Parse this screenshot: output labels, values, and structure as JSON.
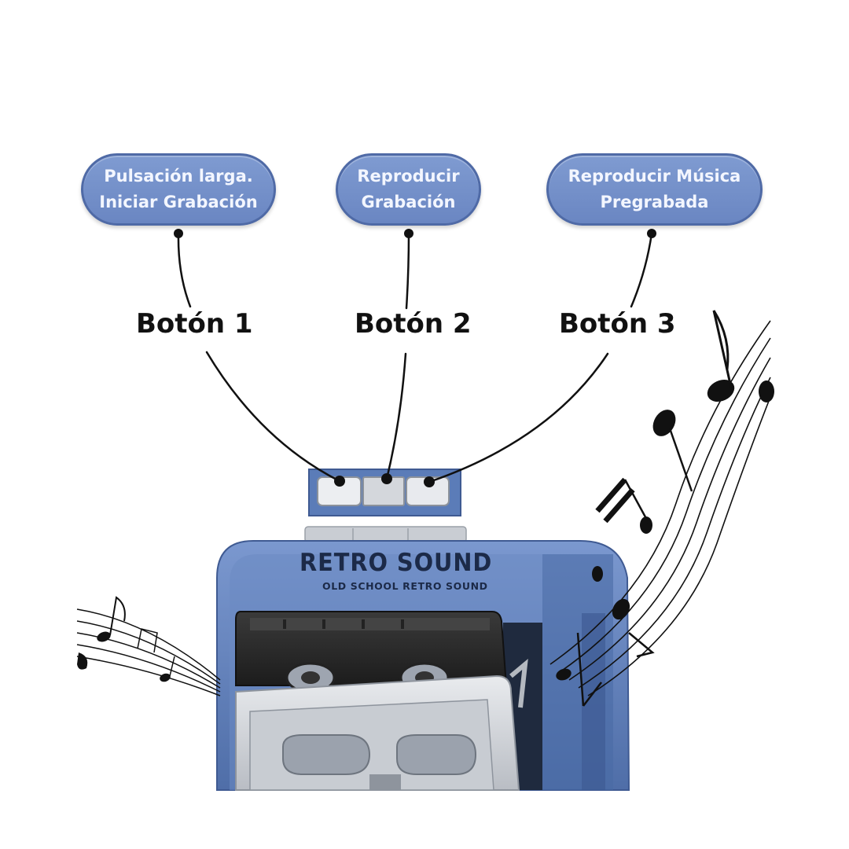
{
  "callouts": [
    {
      "line1": "Pulsación larga.",
      "line2": "Iniciar Grabación"
    },
    {
      "line1": "Reproducir",
      "line2": "Grabación"
    },
    {
      "line1": "Reproducir Música",
      "line2": "Pregrabada"
    }
  ],
  "buttons": [
    {
      "label": "Botón 1"
    },
    {
      "label": "Botón 2"
    },
    {
      "label": "Botón 3"
    }
  ],
  "device": {
    "brand": "RETRO SOUND",
    "tagline": "OLD SCHOOL RETRO SOUND"
  },
  "colors": {
    "pill": "#7590cb",
    "device_body": "#5f7fb8",
    "cassette": "#2b2b2b",
    "text_dark": "#111111"
  },
  "icons": [
    "music-notes-left-icon",
    "music-notes-right-icon"
  ]
}
